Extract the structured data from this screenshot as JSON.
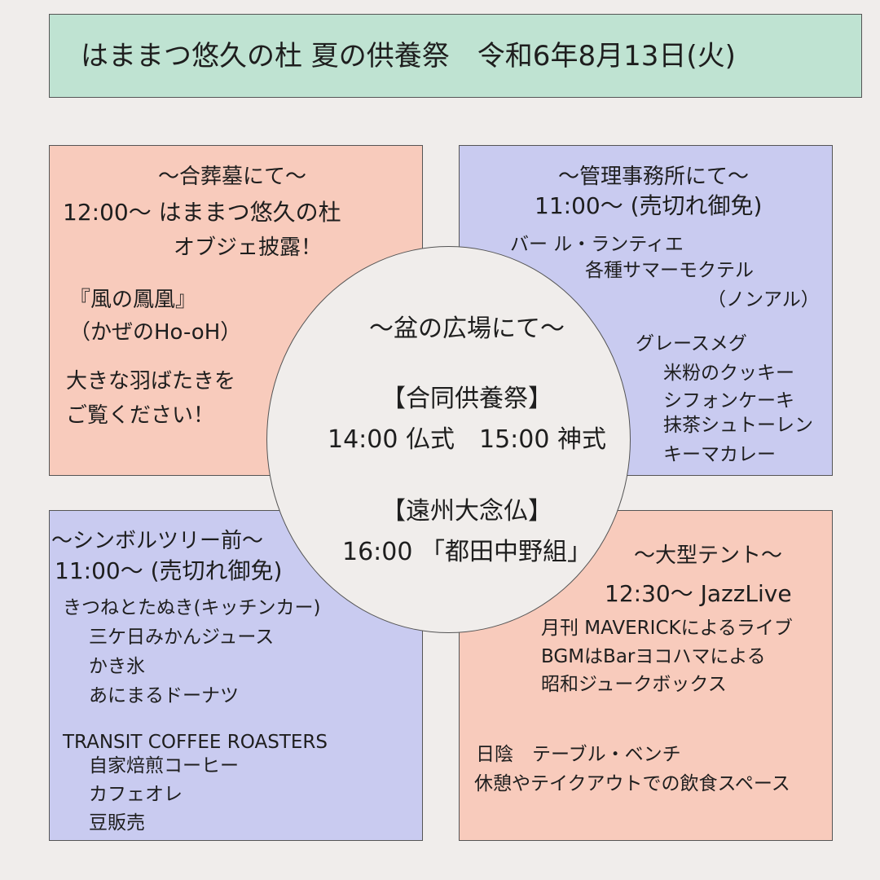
{
  "header": {
    "title": "はままつ悠久の杜  夏の供養祭　令和6年8月13日(火)"
  },
  "top_left": {
    "heading": "～合葬墓にて～",
    "time_line": "12:00～ はままつ悠久の杜",
    "event_line": "オブジェ披露！",
    "name": "『風の鳳凰』",
    "reading": "（かぜのHo-oH）",
    "desc_1": "大きな羽ばたきを",
    "desc_2": "ご覧ください！"
  },
  "top_right": {
    "heading": "～管理事務所にて～",
    "time_line": "11:00～ (売切れ御免)",
    "vendor_1": "バー  ル・ランティエ",
    "vendor_1_item": "各種サマーモクテル",
    "vendor_1_note": "（ノンアル）",
    "vendor_2": "グレースメグ",
    "vendor_2_items": [
      "米粉のクッキー",
      "シフォンケーキ",
      "抹茶シュトーレン",
      "キーマカレー"
    ]
  },
  "center": {
    "heading": "～盆の広場にて～",
    "event_1_title": "【合同供養祭】",
    "event_1_times": "14:00 仏式　15:00 神式",
    "event_2_title": "【遠州大念仏】",
    "event_2_time": "16:00 「都田中野組」"
  },
  "bottom_left": {
    "heading": "～シンボルツリー前～",
    "time_line": "11:00～ (売切れ御免)",
    "vendor_1": "きつねとたぬき(キッチンカー)",
    "vendor_1_items": [
      "三ケ日みかんジュース",
      "かき氷",
      "あにまるドーナツ"
    ],
    "vendor_2": "TRANSIT COFFEE ROASTERS",
    "vendor_2_items": [
      "自家焙煎コーヒー",
      "カフェオレ",
      "豆販売"
    ]
  },
  "bottom_right": {
    "heading": "～大型テント～",
    "time_line": "12:30～ JazzLive",
    "line_1": "月刊 MAVERICKによるライブ",
    "line_2": "BGMはBarヨコハマによる",
    "line_3": "昭和ジュークボックス",
    "line_4": "日陰　テーブル・ベンチ",
    "line_5": "休憩やテイクアウトでの飲食スペース"
  }
}
